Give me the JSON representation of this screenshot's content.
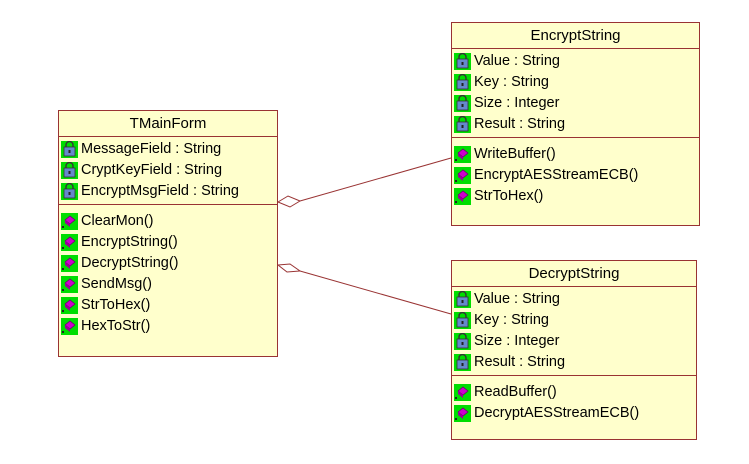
{
  "classes": {
    "tmainform": {
      "name": "TMainForm",
      "attributes": [
        "MessageField : String",
        "CryptKeyField : String",
        "EncryptMsgField : String"
      ],
      "operations": [
        "ClearMon()",
        "EncryptString()",
        "DecryptString()",
        "SendMsg()",
        "StrToHex()",
        "HexToStr()"
      ]
    },
    "encryptstring": {
      "name": "EncryptString",
      "attributes": [
        "Value : String",
        "Key : String",
        "Size : Integer",
        "Result : String"
      ],
      "operations": [
        "WriteBuffer()",
        "EncryptAESStreamECB()",
        "StrToHex()"
      ]
    },
    "decryptstring": {
      "name": "DecryptString",
      "attributes": [
        "Value : String",
        "Key : String",
        "Size : Integer",
        "Result : String"
      ],
      "operations": [
        "ReadBuffer()",
        "DecryptAESStreamECB()"
      ]
    }
  },
  "colors": {
    "class_fill": "#ffffcc",
    "class_border": "#993333",
    "icon_bg": "#00dd00",
    "operation_icon": "#cc00cc",
    "attribute_icon": "#6688cc",
    "link": "#993333"
  },
  "icons": {
    "attribute": "private-attribute-lock-icon",
    "operation": "public-operation-icon"
  }
}
